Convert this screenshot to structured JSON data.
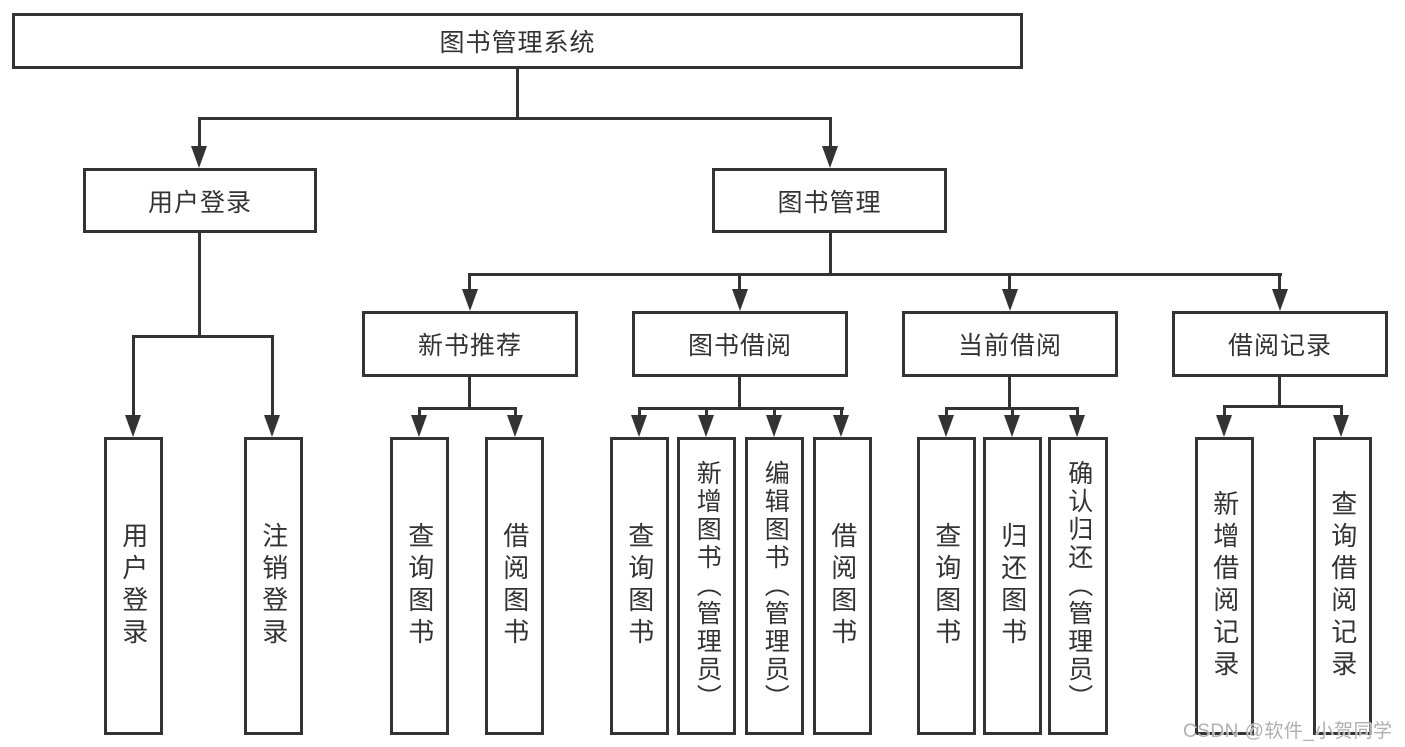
{
  "tree": {
    "root": "图书管理系统",
    "branches": [
      {
        "label": "用户登录",
        "children": [
          "用户登录",
          "注销登录"
        ]
      },
      {
        "label": "图书管理",
        "groups": [
          {
            "label": "新书推荐",
            "children": [
              "查询图书",
              "借阅图书"
            ]
          },
          {
            "label": "图书借阅",
            "children": [
              "查询图书",
              "新增图书（管理员）",
              "编辑图书（管理员）",
              "借阅图书"
            ]
          },
          {
            "label": "当前借阅",
            "children": [
              "查询图书",
              "归还图书",
              "确认归还（管理员）"
            ]
          },
          {
            "label": "借阅记录",
            "children": [
              "新增借阅记录",
              "查询借阅记录"
            ]
          }
        ]
      }
    ]
  },
  "watermark": "CSDN @软件_小贺同学",
  "colors": {
    "line": "#333333",
    "box_border": "#333333",
    "text": "#333333",
    "background": "#ffffff",
    "watermark": "#b0b0b0"
  }
}
